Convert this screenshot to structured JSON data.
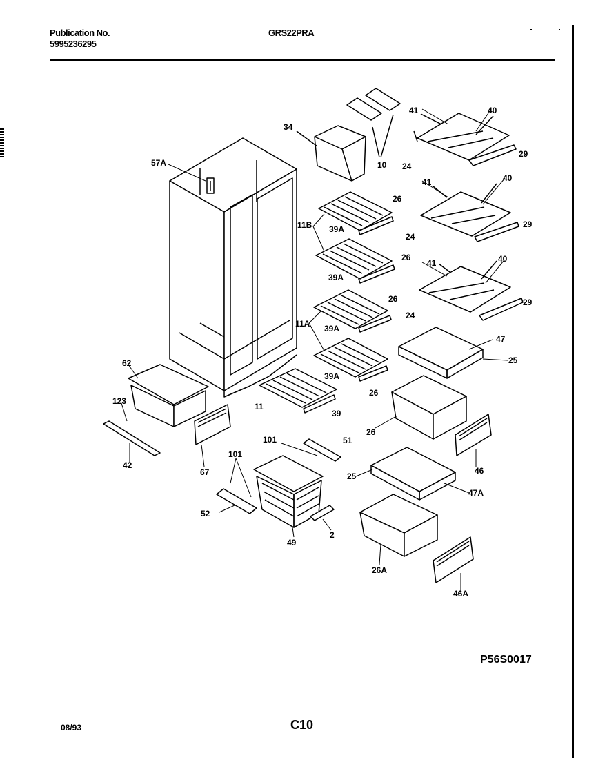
{
  "header": {
    "publication_label": "Publication No.",
    "publication_number": "5995236295",
    "model": "GRS22PRA"
  },
  "diagram": {
    "part_numbers": [
      "57A",
      "34",
      "10",
      "41",
      "40",
      "29",
      "24",
      "11B",
      "26",
      "39A",
      "11A",
      "47",
      "25",
      "62",
      "123",
      "42",
      "67",
      "11",
      "39",
      "101",
      "51",
      "26",
      "46",
      "52",
      "49",
      "2",
      "47A",
      "26A",
      "46A"
    ]
  },
  "footer": {
    "drawing_code": "P56S0017",
    "date": "08/93",
    "page": "C10"
  }
}
